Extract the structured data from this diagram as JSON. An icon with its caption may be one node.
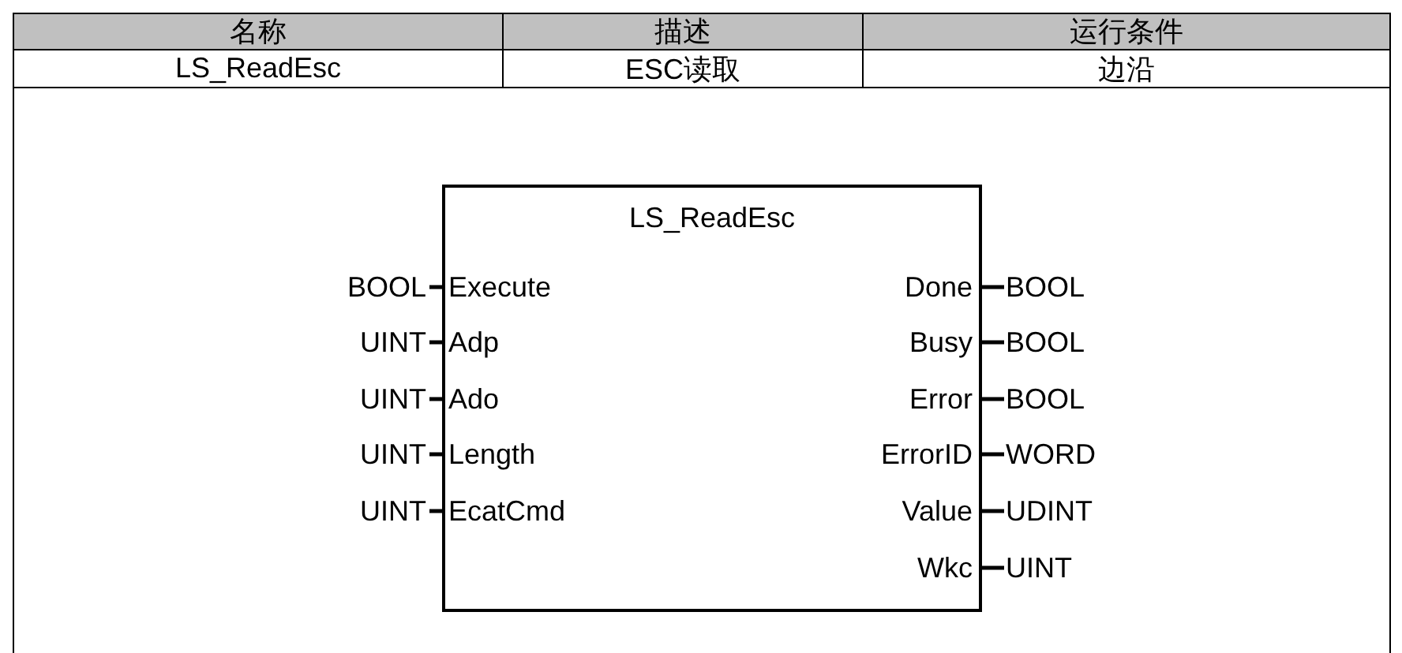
{
  "diagram": {
    "nodes": [
      {
        "text": [
          "LS_ReadEsc"
        ]
      },
      {
        "text": [
          "Execute"
        ],
        "in": 0
      },
      {
        "text": [
          "Adp"
        ],
        "in": 0
      },
      {
        "text": [
          "Ado"
        ],
        "in": 0
      },
      {
        "text": [
          "Length"
        ],
        "in": 0
      },
      {
        "text": [
          "EcatCmd"
        ],
        "in": 0
      },
      {
        "text": [
          "Done"
        ],
        "in": 0
      },
      {
        "text": [
          "Busy"
        ],
        "in": 0
      },
      {
        "text": [
          "Error"
        ],
        "in": 0
      },
      {
        "text": [
          "ErrorID"
        ],
        "in": 0
      },
      {
        "text": [
          "Value"
        ],
        "in": 0
      },
      {
        "text": [
          "Wkc"
        ],
        "in": 0
      },
      {
        "text": [
          "BOOL"
        ]
      },
      {
        "text": [
          "UINT"
        ]
      },
      {
        "text": [
          "UINT"
        ]
      },
      {
        "text": [
          "UINT"
        ]
      },
      {
        "text": [
          "UINT"
        ]
      },
      {
        "text": [
          "BOOL"
        ]
      },
      {
        "text": [
          "BOOL"
        ]
      },
      {
        "text": [
          "BOOL"
        ]
      },
      {
        "text": [
          "WORD"
        ]
      },
      {
        "text": [
          "UDINT"
        ]
      },
      {
        "text": [
          "UINT"
        ]
      }
    ],
    "edges": [
      {
        "from": 12,
        "to": 1,
        "arrow": "none"
      },
      {
        "from": 13,
        "to": 2,
        "arrow": "none"
      },
      {
        "from": 14,
        "to": 3,
        "arrow": "none"
      },
      {
        "from": 15,
        "to": 4,
        "arrow": "none"
      },
      {
        "from": 16,
        "to": 5,
        "arrow": "none"
      },
      {
        "from": 6,
        "to": 17,
        "arrow": "none"
      },
      {
        "from": 7,
        "to": 18,
        "arrow": "none"
      },
      {
        "from": 8,
        "to": 19,
        "arrow": "none"
      },
      {
        "from": 9,
        "to": 20,
        "arrow": "none"
      },
      {
        "from": 10,
        "to": 21,
        "arrow": "none"
      },
      {
        "from": 11,
        "to": 22,
        "arrow": "none"
      }
    ],
    "labels": [
      "名称",
      "描述",
      "运行条件",
      "LS_ReadEsc",
      "ESC读取",
      "边沿"
    ]
  }
}
